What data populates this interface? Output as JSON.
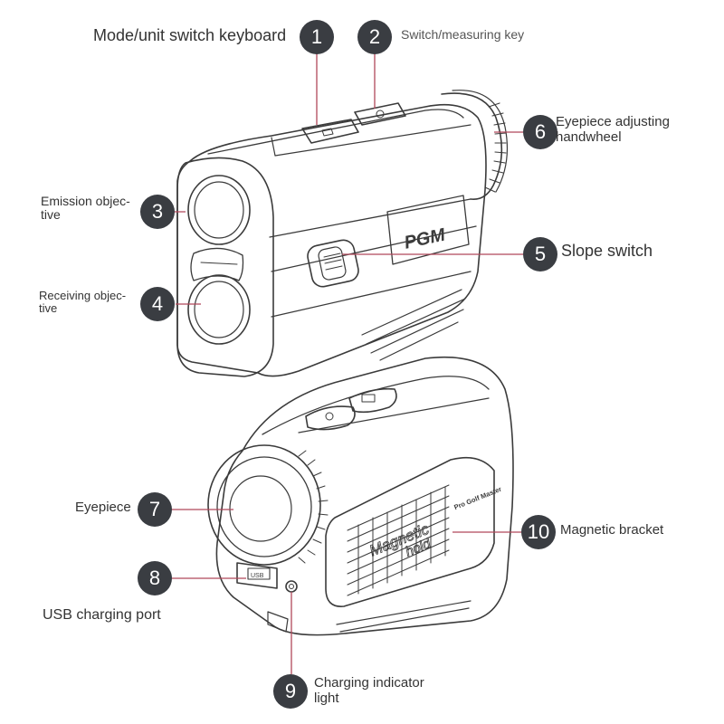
{
  "callouts": [
    {
      "number": "1",
      "label": "Mode/unit switch keyboard"
    },
    {
      "number": "2",
      "label": "Switch/measuring key"
    },
    {
      "number": "3",
      "label": "Emission objec-\ntive"
    },
    {
      "number": "4",
      "label": "Receiving objec-\ntive"
    },
    {
      "number": "5",
      "label": "Slope switch"
    },
    {
      "number": "6",
      "label": "Eyepiece adjusting\nhandwheel"
    },
    {
      "number": "7",
      "label": "Eyepiece"
    },
    {
      "number": "8",
      "label": "USB charging port"
    },
    {
      "number": "9",
      "label": "Charging indicator\nlight"
    },
    {
      "number": "10",
      "label": "Magnetic bracket"
    }
  ],
  "device_markings": {
    "logo": "PGM",
    "brand_text": "Pro Golf Master",
    "magnet_text_1": "Magnetic",
    "magnet_text_2": "hold",
    "port_text": "USB"
  },
  "colors": {
    "leader_line": "#b0485a",
    "badge": "#3a3d42",
    "outline": "#3b3b3b"
  }
}
